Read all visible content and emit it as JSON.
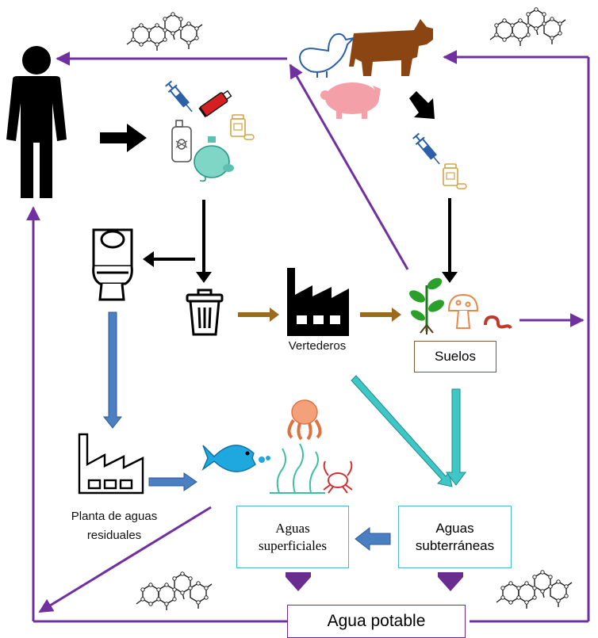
{
  "labels": {
    "vertederos": "Vertederos",
    "suelos": "Suelos",
    "planta_line1": "Planta de aguas",
    "planta_line2": "residuales",
    "aguas_sup_line1": "Aguas",
    "aguas_sup_line2": "superficiales",
    "aguas_sub_line1": "Aguas",
    "aguas_sub_line2": "subterráneas",
    "agua_potable": "Agua potable"
  },
  "icons": [
    "person-icon",
    "syringe-icon",
    "ointment-tube-icon",
    "insecticide-spray-icon",
    "perfume-bottle-icon",
    "pill-bottle-icon",
    "molecule-icon",
    "duck-icon",
    "cow-icon",
    "pig-icon",
    "toilet-icon",
    "trash-can-icon",
    "factory-icon",
    "plant-icon",
    "mushroom-icon",
    "worm-icon",
    "fish-icon",
    "octopus-icon",
    "seaweed-icon",
    "crab-icon"
  ],
  "colors": {
    "cycle_arrows": "#7030a0",
    "black_arrows": "#000000",
    "brown_arrows": "#9c6a1e",
    "blue_arrows": "#4a7fc1",
    "teal_arrows": "#3fc6c6",
    "cow": "#8b4513",
    "pig": "#f4a0a8"
  }
}
